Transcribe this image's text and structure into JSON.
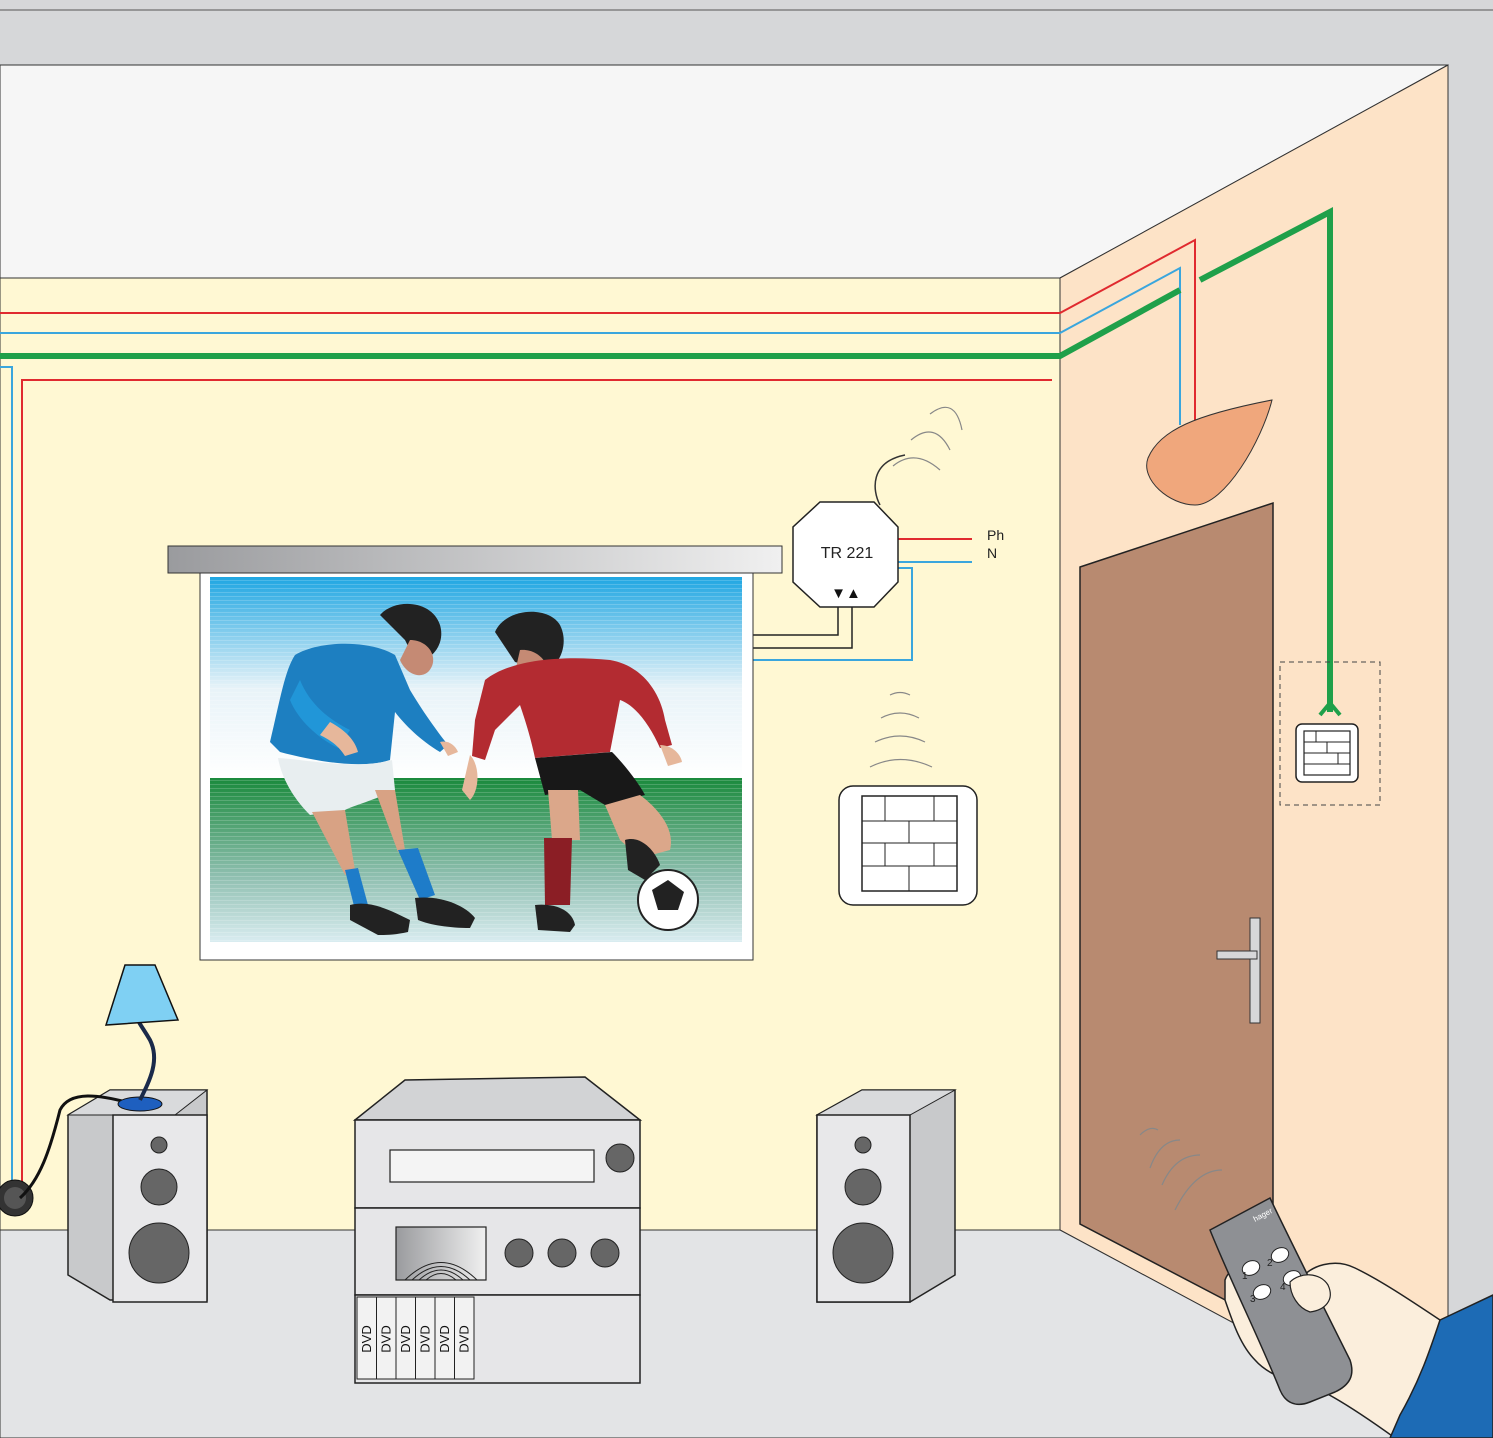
{
  "receiver": {
    "model": "TR 221",
    "arrows": "▼▲",
    "phase_label": "Ph",
    "neutral_label": "N"
  },
  "dvd_cases": [
    "DVD",
    "DVD",
    "DVD",
    "DVD",
    "DVD",
    "DVD"
  ],
  "remote": {
    "brand": "hager",
    "buttons": [
      "1",
      "2",
      "3",
      "4"
    ]
  },
  "colors": {
    "phase_wire": "#e02a2f",
    "neutral_wire": "#3aa6dd",
    "earth_wire": "#1fa04a",
    "back_wall": "#fff8d3",
    "side_wall": "#fde3c7",
    "ceiling": "#f5f5f5",
    "floor": "#e3e4e6",
    "door": "#b88a70",
    "ceiling_lamp": "#f0a77c",
    "table_lamp": "#7fd0f3"
  }
}
